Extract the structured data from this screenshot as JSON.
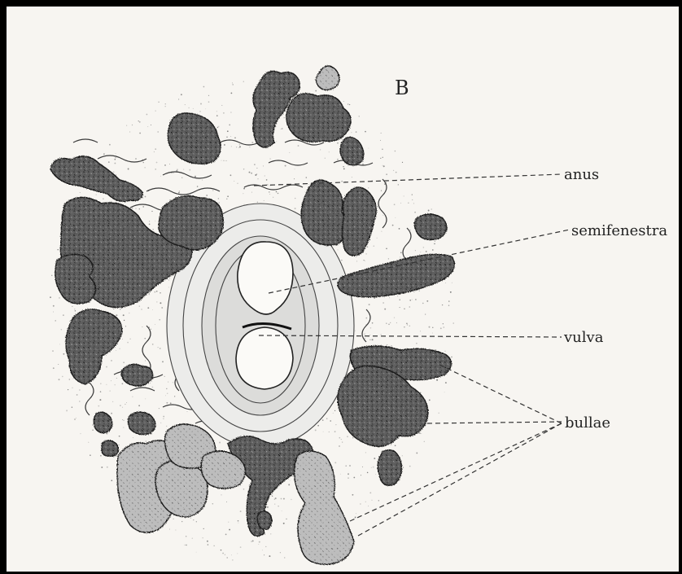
{
  "figure": {
    "panel_letter": "B",
    "labels": {
      "anus": "anus",
      "semifenestra": "semifenestra",
      "vulva": "vulva",
      "bullae": "bullae"
    }
  },
  "colors": {
    "paper": "#f7f5f1",
    "ink": "#2c2c2c",
    "bulla_fill": "#6c6c6c",
    "light_bulla_fill": "#b8b8b8",
    "frame": "#000000"
  }
}
